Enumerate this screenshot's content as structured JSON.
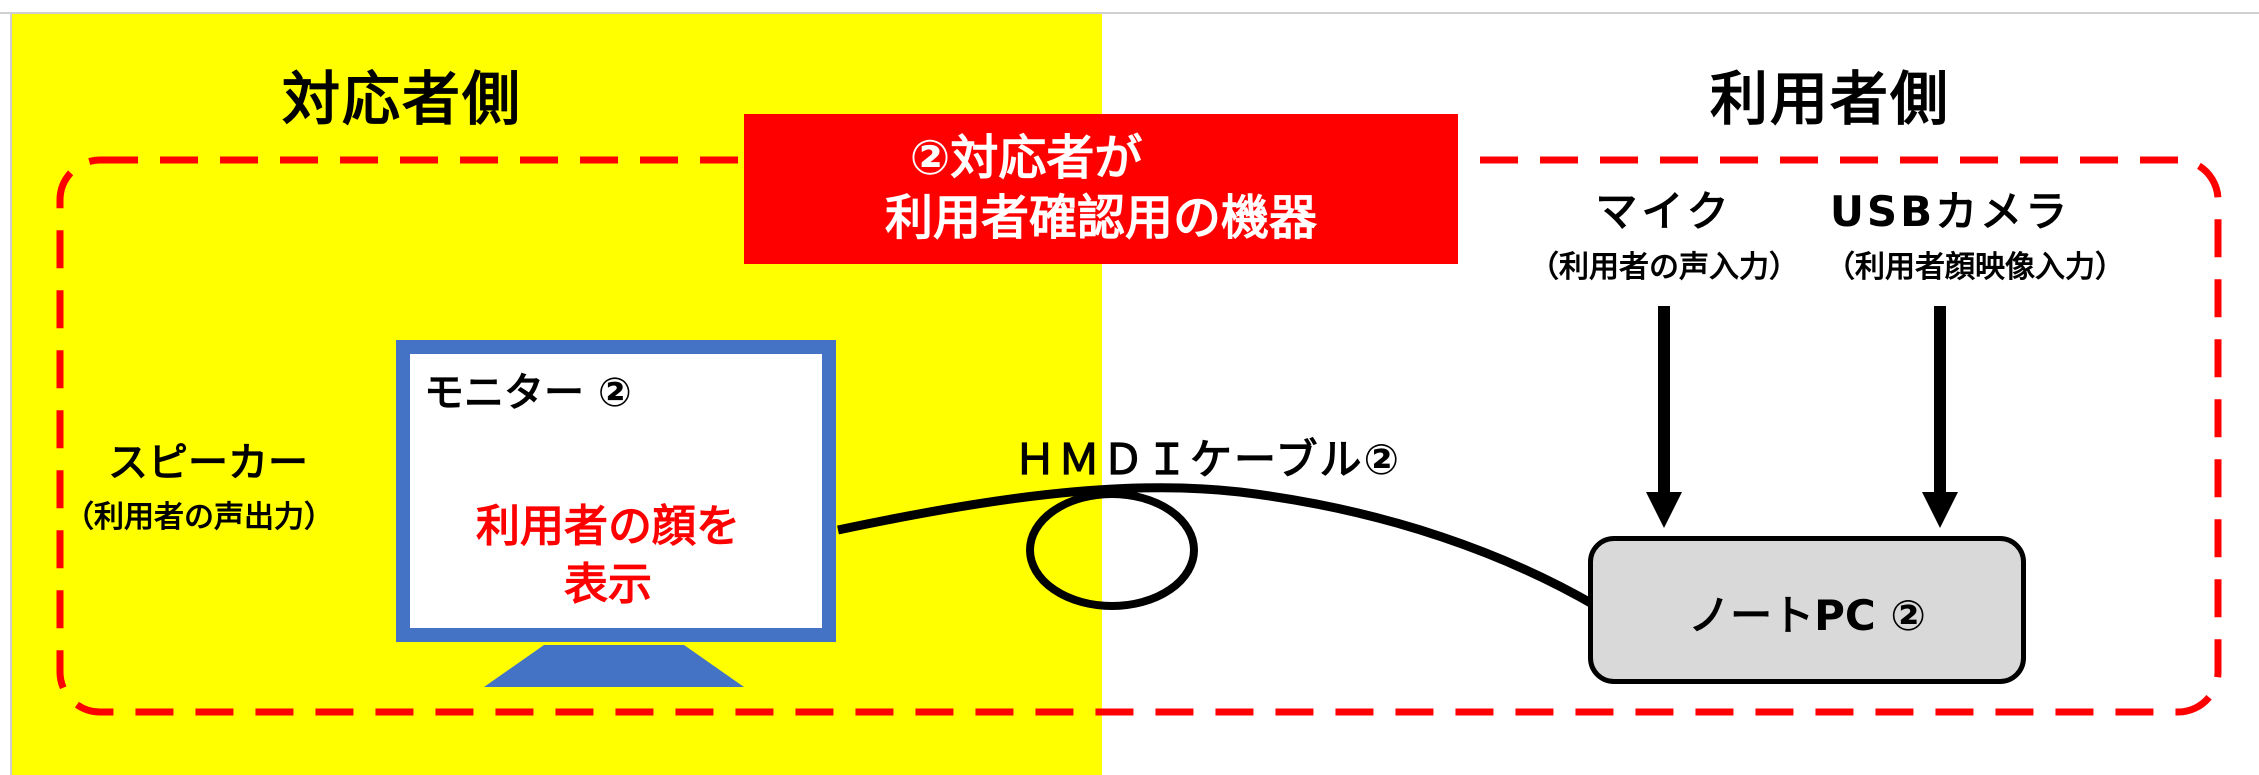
{
  "left_side": {
    "title": "対応者側",
    "color": "#ffff00"
  },
  "right_side": {
    "title": "利用者側"
  },
  "callout": {
    "line1": "②対応者が",
    "line2": "利用者確認用の機器",
    "color": "#ff0000"
  },
  "speaker": {
    "label": "スピーカー",
    "sublabel": "（利用者の声出力）"
  },
  "monitor": {
    "label": "モニター ②",
    "content_line1": "利用者の顔を",
    "content_line2": "表示",
    "frame_color": "#4472c4",
    "content_color": "#ff0000"
  },
  "cable": {
    "label": "ＨＭＤＩケーブル②"
  },
  "mic": {
    "label": "マイク",
    "sublabel": "（利用者の声入力）"
  },
  "camera": {
    "label": "USBカメラ",
    "sublabel": "（利用者顔映像入力）"
  },
  "laptop": {
    "label": "ノートPC ②",
    "fill": "#d9d9d9"
  },
  "boundary": {
    "style": "dashed",
    "color": "#ff0000"
  }
}
